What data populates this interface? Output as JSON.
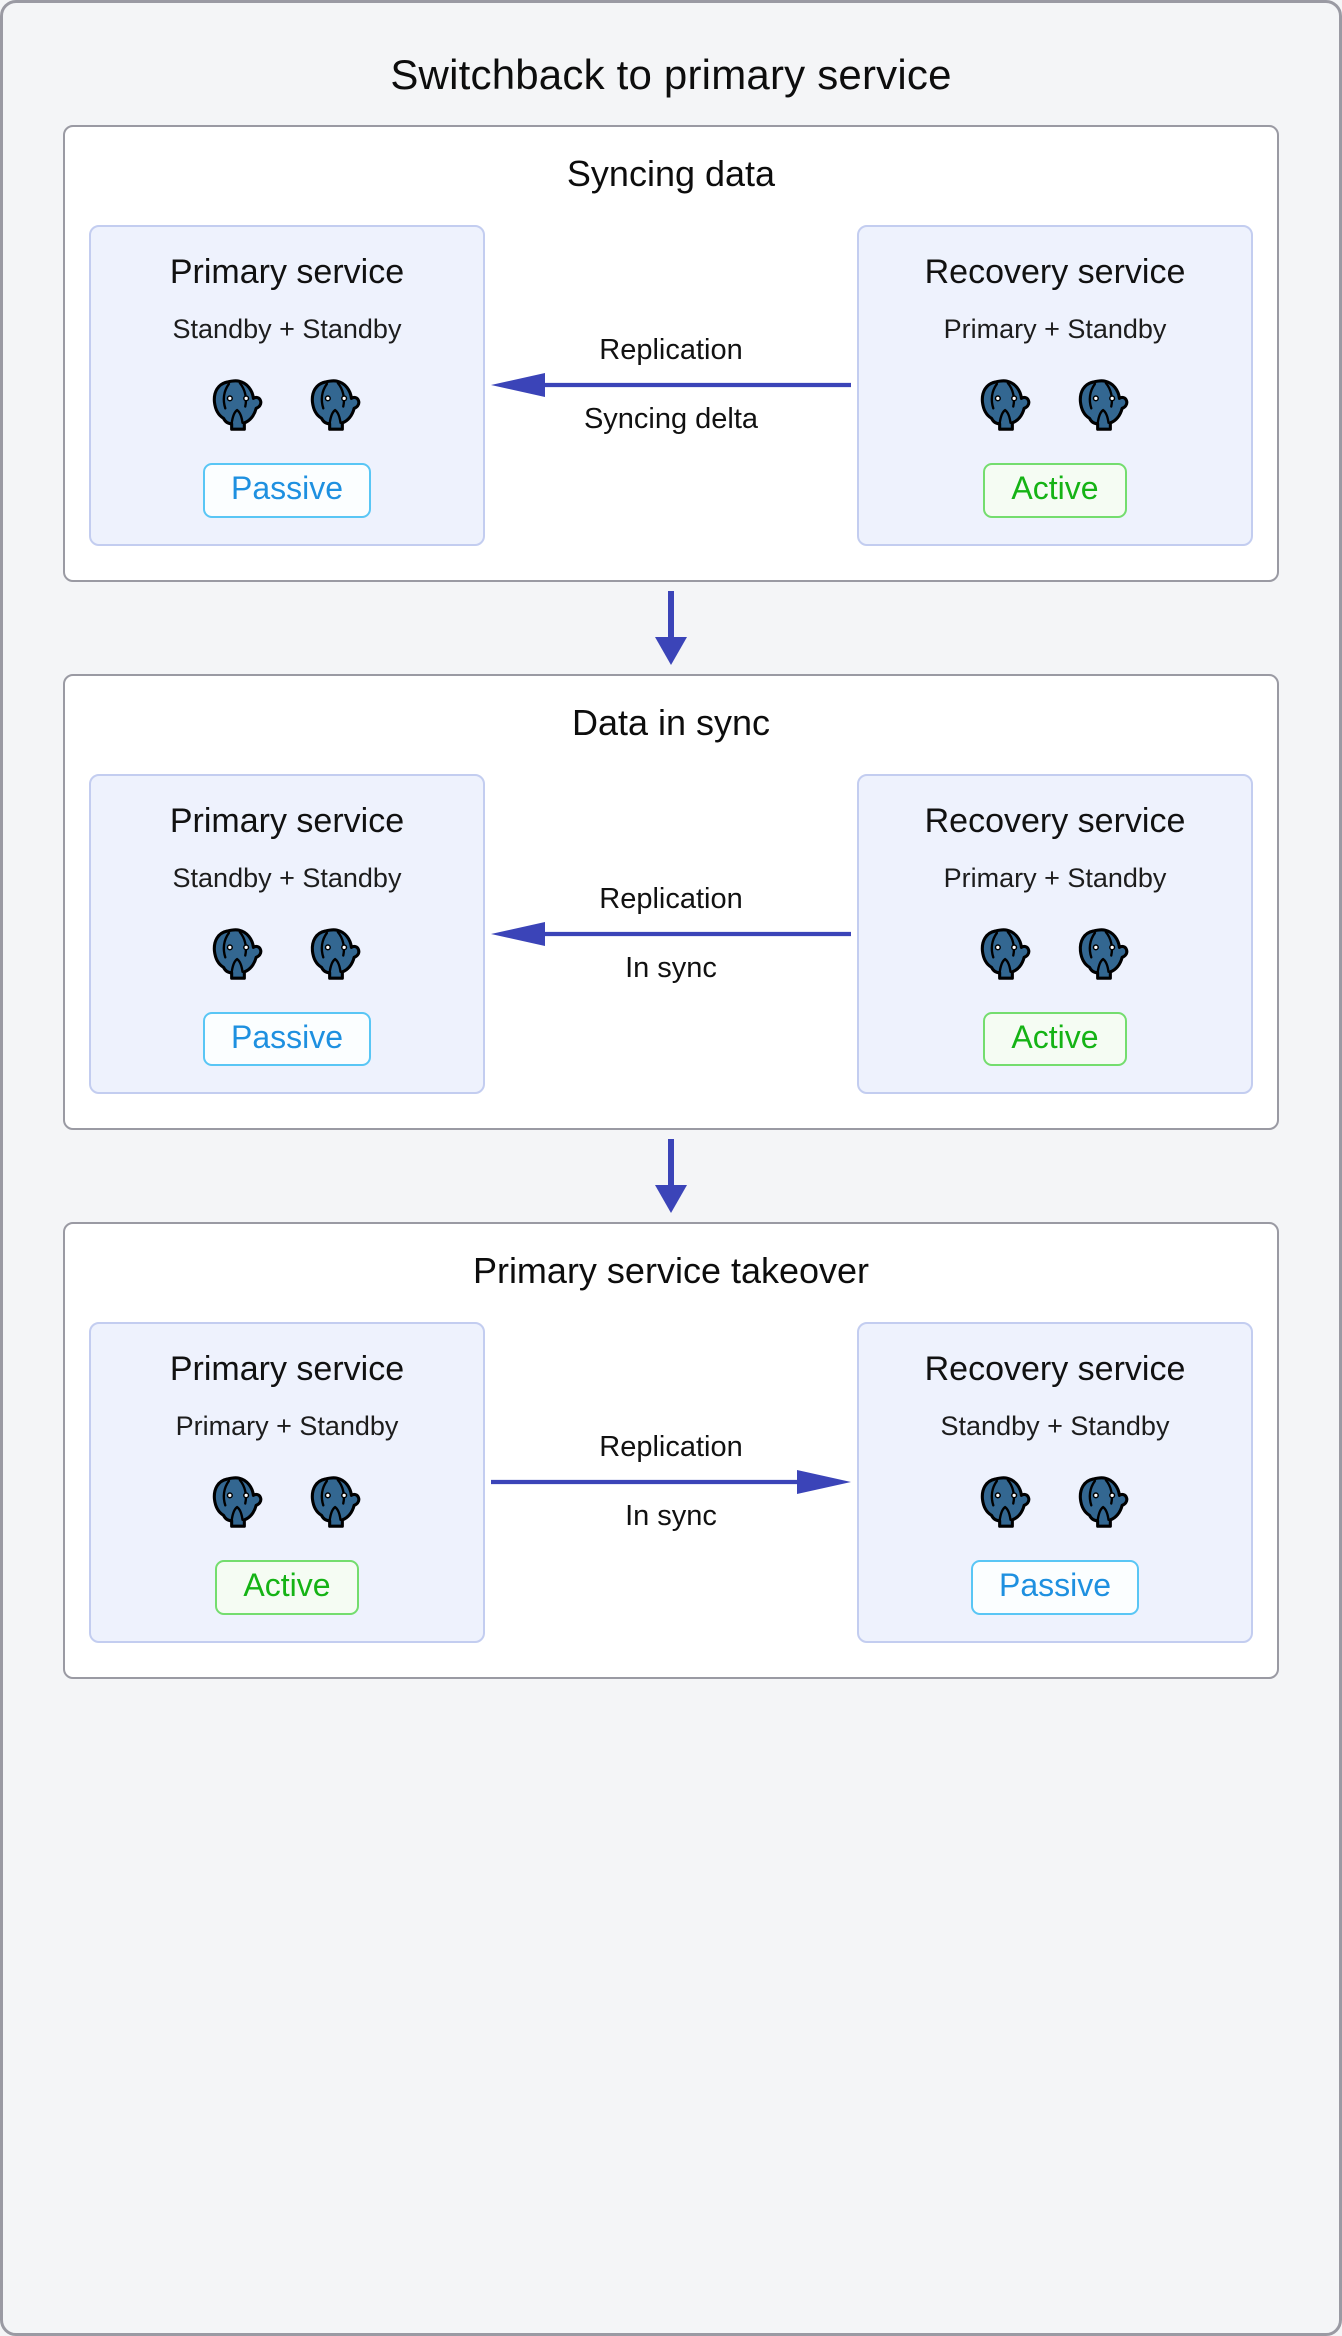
{
  "title": "Switchback to primary service",
  "colors": {
    "arrow": "#3b44b8",
    "passive_text": "#1e90e0",
    "passive_border": "#59c6f5",
    "active_text": "#15b315",
    "active_border": "#74dd6e",
    "service_bg": "#eef2fd",
    "service_border": "#c3cdf0",
    "panel_border": "#9a9aa3",
    "page_bg": "#f4f5f7",
    "elephant": "#336791"
  },
  "step_connector_icon": "arrow-down-icon",
  "panels": [
    {
      "title": "Syncing data",
      "left": {
        "name": "Primary service",
        "roles": "Standby + Standby",
        "badge": "Passive",
        "badge_kind": "passive",
        "nodes": [
          "postgres-elephant-icon",
          "postgres-elephant-icon"
        ]
      },
      "right": {
        "name": "Recovery service",
        "roles": "Primary + Standby",
        "badge": "Active",
        "badge_kind": "active",
        "nodes": [
          "postgres-elephant-icon",
          "postgres-elephant-icon"
        ]
      },
      "connector": {
        "label_top": "Replication",
        "label_bottom": "Syncing delta",
        "direction": "left",
        "icon": "arrow-left-icon"
      }
    },
    {
      "title": "Data in sync",
      "left": {
        "name": "Primary service",
        "roles": "Standby + Standby",
        "badge": "Passive",
        "badge_kind": "passive",
        "nodes": [
          "postgres-elephant-icon",
          "postgres-elephant-icon"
        ]
      },
      "right": {
        "name": "Recovery service",
        "roles": "Primary + Standby",
        "badge": "Active",
        "badge_kind": "active",
        "nodes": [
          "postgres-elephant-icon",
          "postgres-elephant-icon"
        ]
      },
      "connector": {
        "label_top": "Replication",
        "label_bottom": "In sync",
        "direction": "left",
        "icon": "arrow-left-icon"
      }
    },
    {
      "title": "Primary service takeover",
      "left": {
        "name": "Primary service",
        "roles": "Primary + Standby",
        "badge": "Active",
        "badge_kind": "active",
        "nodes": [
          "postgres-elephant-icon",
          "postgres-elephant-icon"
        ]
      },
      "right": {
        "name": "Recovery service",
        "roles": "Standby + Standby",
        "badge": "Passive",
        "badge_kind": "passive",
        "nodes": [
          "postgres-elephant-icon",
          "postgres-elephant-icon"
        ]
      },
      "connector": {
        "label_top": "Replication",
        "label_bottom": "In sync",
        "direction": "right",
        "icon": "arrow-right-icon"
      }
    }
  ]
}
